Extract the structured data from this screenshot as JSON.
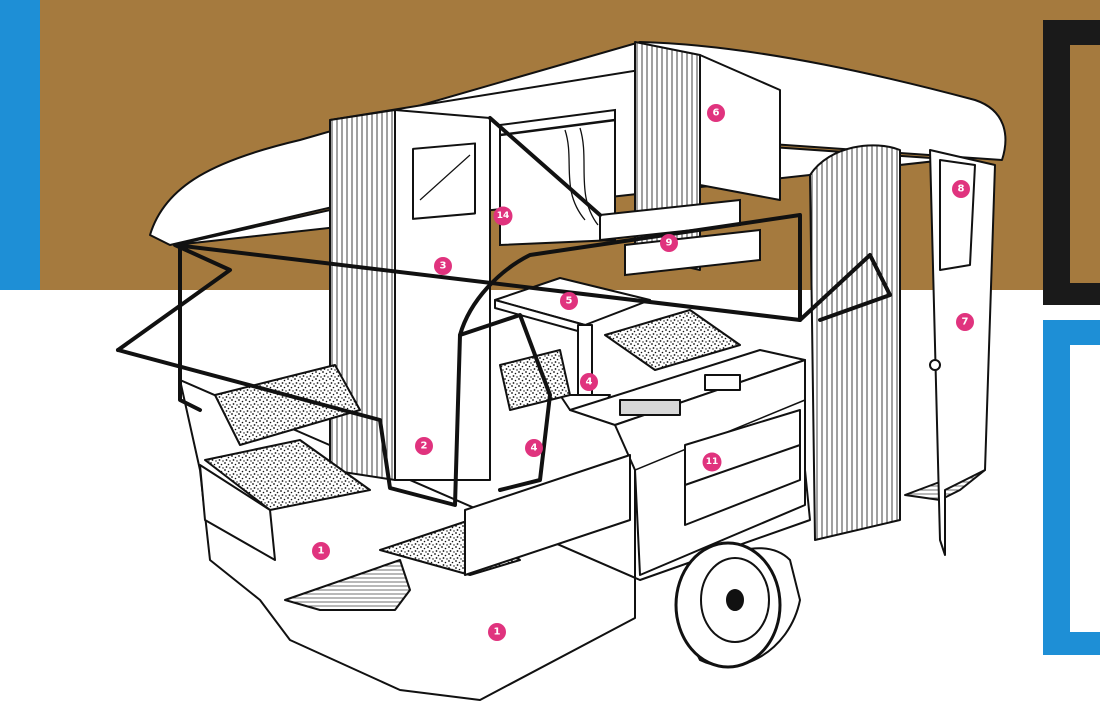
{
  "colors": {
    "backdrop_brown": "#A57A3E",
    "backdrop_white": "#FFFFFF",
    "accent_blue": "#1E8FD6",
    "frame_black": "#1A1A1A",
    "line_art": "#111111",
    "callout_pink": "#E0337E",
    "callout_text": "#FFFFFF"
  },
  "illustration": {
    "subject": "caravan-cutaway-interior",
    "callouts": [
      {
        "id": "c1a",
        "label": "1"
      },
      {
        "id": "c1b",
        "label": "1"
      },
      {
        "id": "c2",
        "label": "2"
      },
      {
        "id": "c3",
        "label": "3"
      },
      {
        "id": "c4a",
        "label": "4"
      },
      {
        "id": "c4b",
        "label": "4"
      },
      {
        "id": "c5",
        "label": "5"
      },
      {
        "id": "c6",
        "label": "6"
      },
      {
        "id": "c7",
        "label": "7"
      },
      {
        "id": "c8",
        "label": "8"
      },
      {
        "id": "c9",
        "label": "9"
      },
      {
        "id": "c11",
        "label": "11"
      },
      {
        "id": "c14",
        "label": "14"
      }
    ]
  }
}
